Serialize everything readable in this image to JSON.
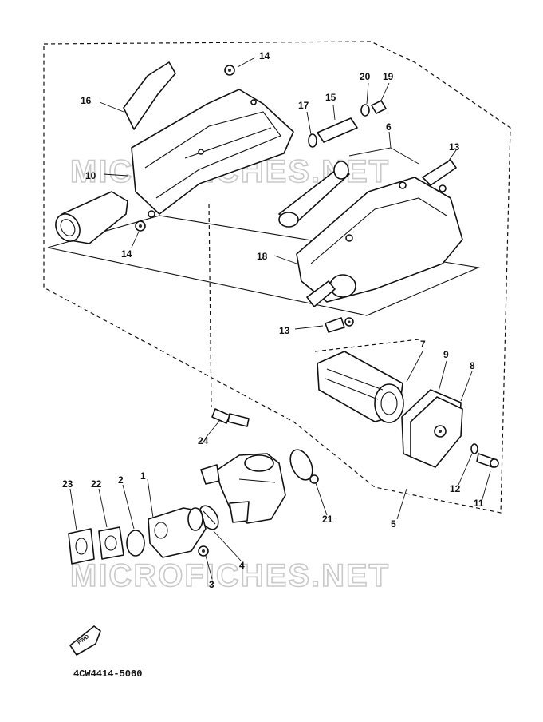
{
  "watermark": "MICROFICHES.NET",
  "diagram_code": "4CW4414-5060",
  "fwd_label": "FWD",
  "callouts": {
    "c1": "1",
    "c2": "2",
    "c3": "3",
    "c4": "4",
    "c5": "5",
    "c6": "6",
    "c7": "7",
    "c8": "8",
    "c9": "9",
    "c10": "10",
    "c11": "11",
    "c12": "12",
    "c13a": "13",
    "c13b": "13",
    "c14a": "14",
    "c14b": "14",
    "c15": "15",
    "c16": "16",
    "c17": "17",
    "c18": "18",
    "c19": "19",
    "c20": "20",
    "c21": "21",
    "c22": "22",
    "c23": "23",
    "c24": "24"
  }
}
